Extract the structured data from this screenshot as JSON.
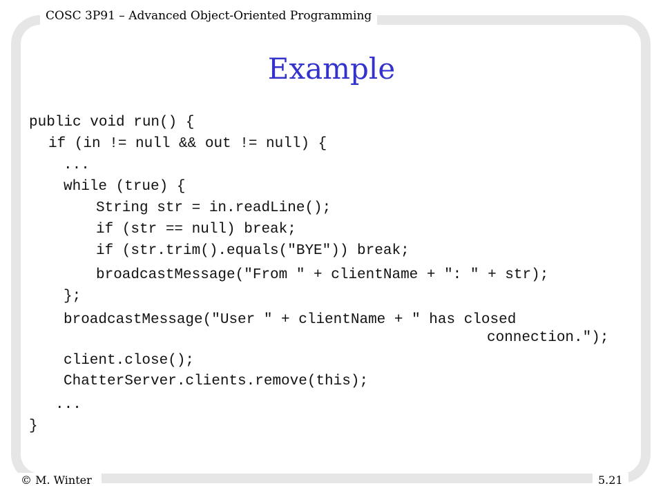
{
  "header": {
    "course": "COSC 3P91 – Advanced Object-Oriented Programming"
  },
  "slide": {
    "title": "Example",
    "code": [
      "public void run() {",
      "if (in != null && out != null) {",
      "...",
      "while (true) {",
      "String str = in.readLine();",
      "if (str == null) break;",
      "if (str.trim().equals(\"BYE\")) break;",
      "broadcastMessage(\"From \" + clientName + \": \" + str);",
      "};",
      "broadcastMessage(\"User \" + clientName + \" has closed",
      "connection.\");",
      "client.close();",
      "ChatterServer.clients.remove(this);",
      "...",
      "}"
    ]
  },
  "footer": {
    "author": "© M. Winter",
    "page": "5.21"
  }
}
